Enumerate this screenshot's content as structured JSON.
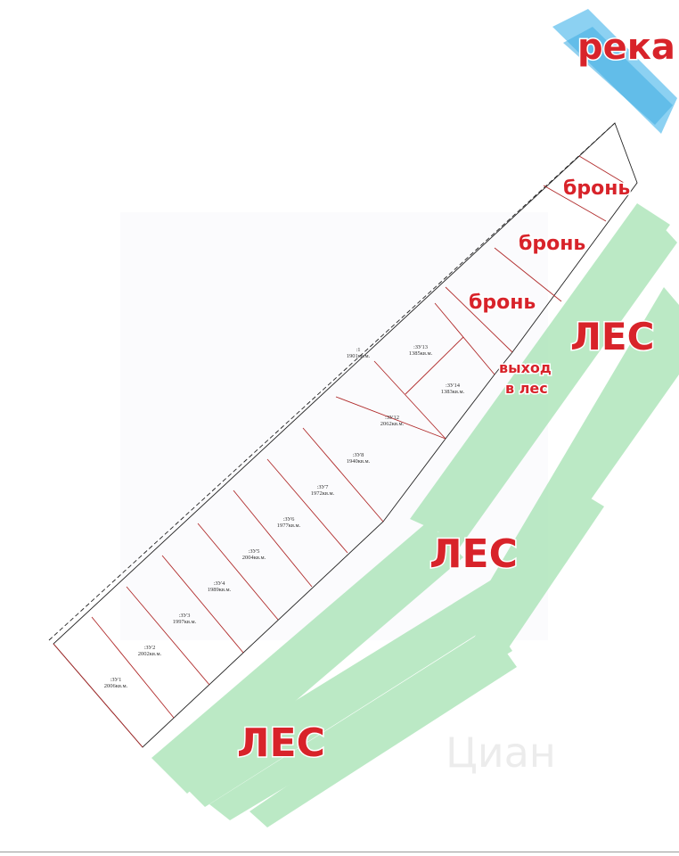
{
  "labels": {
    "river": "река",
    "forest_right": "ЛЕС",
    "forest_middle": "ЛЕС",
    "forest_bottom": "ЛЕС",
    "reserved_1": "бронь",
    "reserved_2": "бронь",
    "reserved_3": "бронь",
    "exit_line1": "выход",
    "exit_line2": "в лес",
    "watermark": "Циан"
  },
  "plots": [
    {
      "id": ":ЗУ1",
      "area": "2006кв.м."
    },
    {
      "id": ":ЗУ2",
      "area": "2002кв.м."
    },
    {
      "id": ":ЗУ3",
      "area": "1997кв.м."
    },
    {
      "id": ":ЗУ4",
      "area": "1989кв.м."
    },
    {
      "id": ":ЗУ5",
      "area": "2004кв.м."
    },
    {
      "id": ":ЗУ6",
      "area": "1977кв.м."
    },
    {
      "id": ":ЗУ7",
      "area": "1972кв.м."
    },
    {
      "id": ":ЗУ8",
      "area": "1940кв.м."
    },
    {
      "id": ":ЗУ12",
      "area": "2062кв.м."
    },
    {
      "id": ":ЗУ13",
      "area": "1385кв.м."
    },
    {
      "id": ":ЗУ14",
      "area": "1383кв.м."
    }
  ],
  "road": {
    "id": ":1",
    "area": "1901кв.м."
  },
  "colors": {
    "river": "#3fb4ea",
    "forest": "#8fdca0",
    "label": "#d8232a",
    "boundary": "#b02a2a"
  }
}
